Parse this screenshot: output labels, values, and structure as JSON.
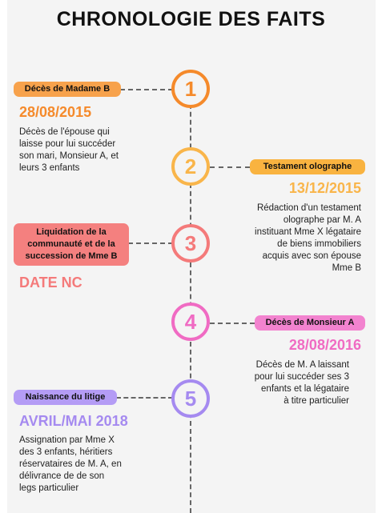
{
  "title": "CHRONOLOGIE DES FAITS",
  "colors": {
    "orange": "#f58a2b",
    "orange_label": "#f7a24c",
    "amber": "#f9b54a",
    "amber_label": "#f9b340",
    "salmon": "#f47a7a",
    "salmon_label": "#f4807f",
    "pink": "#f06bc3",
    "pink_label": "#f283cf",
    "purple": "#a58af0",
    "purple_label": "#b49cf5"
  },
  "events": [
    {
      "number": "1",
      "label": "Décès de Madame B",
      "date": "28/08/2015",
      "description": "Décès de l'épouse qui\nlaisse pour lui succéder\nson mari, Monsieur A, et\nleurs 3 enfants"
    },
    {
      "number": "2",
      "label": "Testament olographe",
      "date": "13/12/2015",
      "description": "Rédaction d'un testament\nolographe par M. A\ninstituant Mme X légataire\nde biens immobiliers\nacquis avec son épouse\nMme B"
    },
    {
      "number": "3",
      "label": "Liquidation de la communauté et de la succession de Mme B",
      "date": "DATE NC",
      "description": ""
    },
    {
      "number": "4",
      "label": "Décès de Monsieur A",
      "date": "28/08/2016",
      "description": "Décès de M. A laissant\npour lui succéder ses 3\nenfants et la légataire\nà titre particulier"
    },
    {
      "number": "5",
      "label": "Naissance du litige",
      "date": "AVRIL/MAI 2018",
      "description": "Assignation par Mme X\ndes 3 enfants, héritiers\nréservataires de M. A, en\ndélivrance de de son\nlegs particulier"
    }
  ]
}
